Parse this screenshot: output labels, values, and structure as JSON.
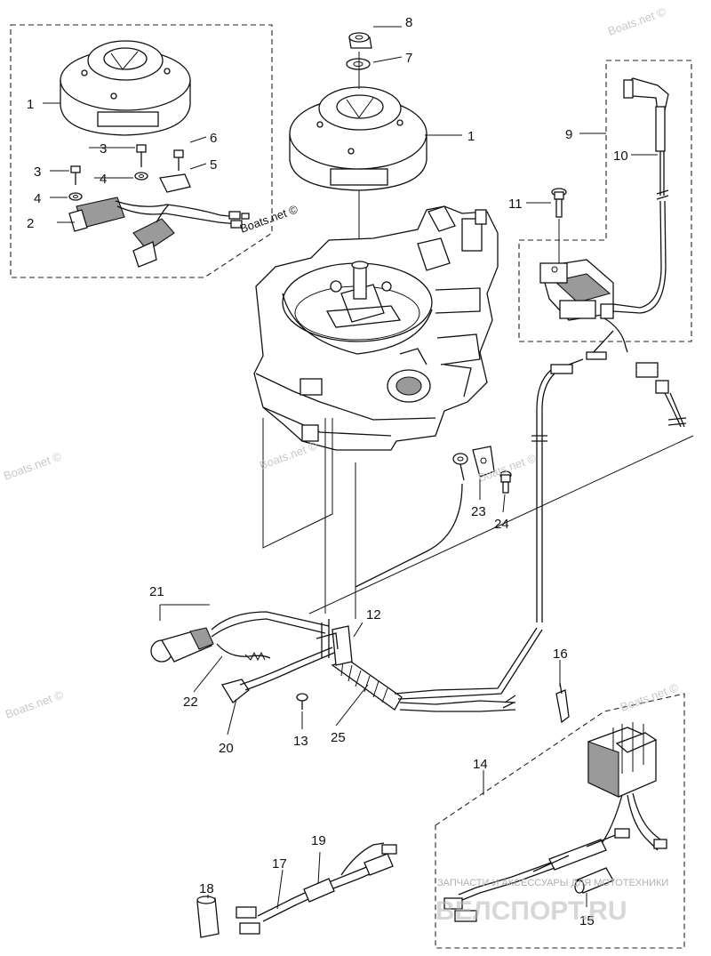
{
  "labels": {
    "l1a": "1",
    "l1b": "1",
    "l2": "2",
    "l3a": "3",
    "l3b": "3",
    "l4a": "4",
    "l4b": "4",
    "l5": "5",
    "l6": "6",
    "l7": "7",
    "l8": "8",
    "l9": "9",
    "l10": "10",
    "l11": "11",
    "l12": "12",
    "l13": "13",
    "l14": "14",
    "l15": "15",
    "l16": "16",
    "l17": "17",
    "l18": "18",
    "l19": "19",
    "l20": "20",
    "l21": "21",
    "l22": "22",
    "l23": "23",
    "l24": "24",
    "l25": "25"
  },
  "watermarks": {
    "boats_main": "Boats.net ©",
    "boats_faint": "Boats.net ©",
    "shop_line": "ЗАПЧАСТИ И АКСЕССУАРЫ ДЛЯ МОТОТЕХНИКИ",
    "shop_domain": "ВЕЛСПОРТ.RU"
  }
}
